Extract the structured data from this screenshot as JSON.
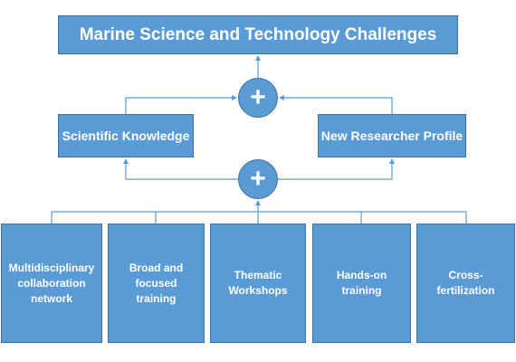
{
  "diagram": {
    "title": "Marine Science and Technology Challenges",
    "plus_top_symbol": "+",
    "plus_bottom_symbol": "+",
    "left_middle": "Scientific Knowledge",
    "right_middle": "New Researcher Profile",
    "bottom_items": [
      "Multidisciplinary collaboration network",
      "Broad and focused training",
      "Thematic Workshops",
      "Hands-on training",
      "Cross-fertilization"
    ],
    "colors": {
      "box_fill": "#5b9bd5",
      "box_border": "#41719c",
      "connector": "#5b9bd5",
      "text": "#ffffff"
    }
  }
}
